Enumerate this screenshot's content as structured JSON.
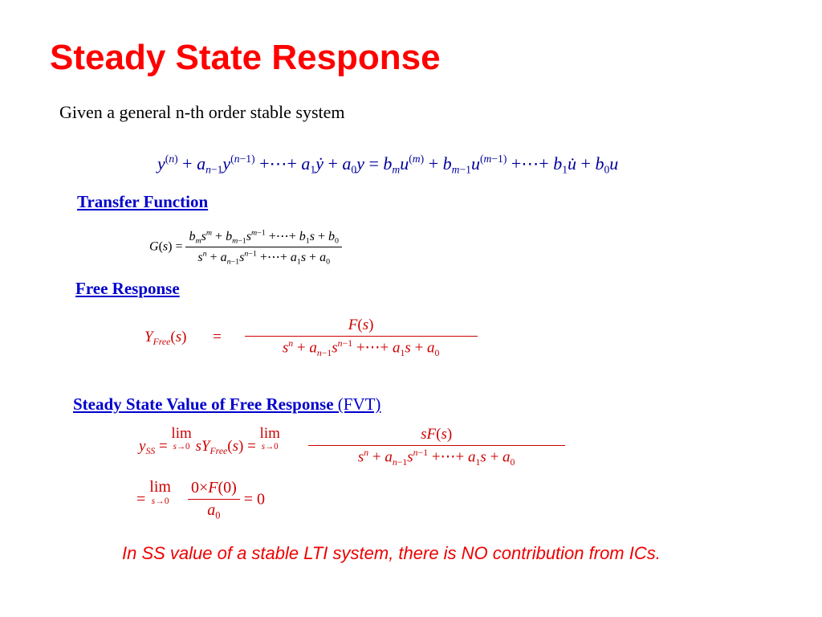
{
  "slide": {
    "title": "Steady State Response",
    "intro": "Given a general n-th  order stable system",
    "headings": {
      "transfer_function": "Transfer Function",
      "free_response": "Free Response",
      "steady_state": "Steady State Value of Free Response",
      "steady_state_suffix": " (FVT)"
    },
    "conclusion": "In SS value of a stable LTI system, there is NO contribution from ICs."
  },
  "colors": {
    "title": "#ff0000",
    "heading": "#0000cc",
    "equation_blue": "#000099",
    "equation_red": "#cc0000",
    "conclusion": "#ee0000"
  }
}
